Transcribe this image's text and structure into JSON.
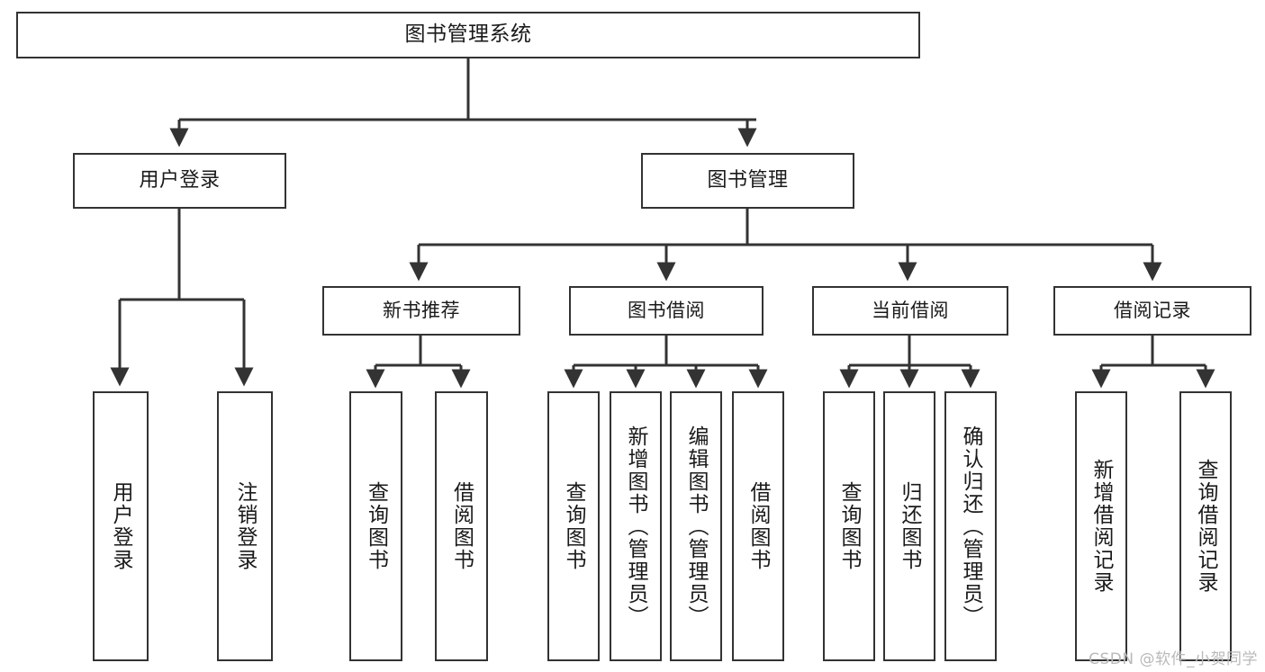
{
  "diagram": {
    "title": "图书管理系统",
    "type": "tree-hierarchy",
    "watermark": "CSDN @软件_小贺同学",
    "colors": {
      "box_border": "#333333",
      "box_fill": "#ffffff",
      "connector": "#333333",
      "text": "#1a1a1a",
      "watermark": "#b9b9b9"
    },
    "root": {
      "label": "图书管理系统"
    },
    "level2": [
      {
        "id": "user-login",
        "label": "用户登录"
      },
      {
        "id": "book-management",
        "label": "图书管理"
      }
    ],
    "level3": [
      {
        "id": "new-book-recommend",
        "label": "新书推荐",
        "parent": "book-management"
      },
      {
        "id": "book-borrow",
        "label": "图书借阅",
        "parent": "book-management"
      },
      {
        "id": "current-borrow",
        "label": "当前借阅",
        "parent": "book-management"
      },
      {
        "id": "borrow-record",
        "label": "借阅记录",
        "parent": "book-management"
      }
    ],
    "leaves": {
      "user_login": [
        {
          "id": "leaf-user-login",
          "label": "用户登录"
        },
        {
          "id": "leaf-user-logout",
          "label": "注销登录"
        }
      ],
      "new_book_recommend": [
        {
          "id": "leaf-query-book-1",
          "label": "查询图书"
        },
        {
          "id": "leaf-borrow-book-1",
          "label": "借阅图书"
        }
      ],
      "book_borrow": [
        {
          "id": "leaf-query-book-2",
          "label": "查询图书"
        },
        {
          "id": "leaf-add-book",
          "label": "新增图书（管理员）"
        },
        {
          "id": "leaf-edit-book",
          "label": "编辑图书（管理员）"
        },
        {
          "id": "leaf-borrow-book-2",
          "label": "借阅图书"
        }
      ],
      "current_borrow": [
        {
          "id": "leaf-query-book-3",
          "label": "查询图书"
        },
        {
          "id": "leaf-return-book",
          "label": "归还图书"
        },
        {
          "id": "leaf-confirm-return",
          "label": "确认归还（管理员）"
        }
      ],
      "borrow_record": [
        {
          "id": "leaf-add-record",
          "label": "新增借阅记录"
        },
        {
          "id": "leaf-query-record",
          "label": "查询借阅记录"
        }
      ]
    }
  }
}
